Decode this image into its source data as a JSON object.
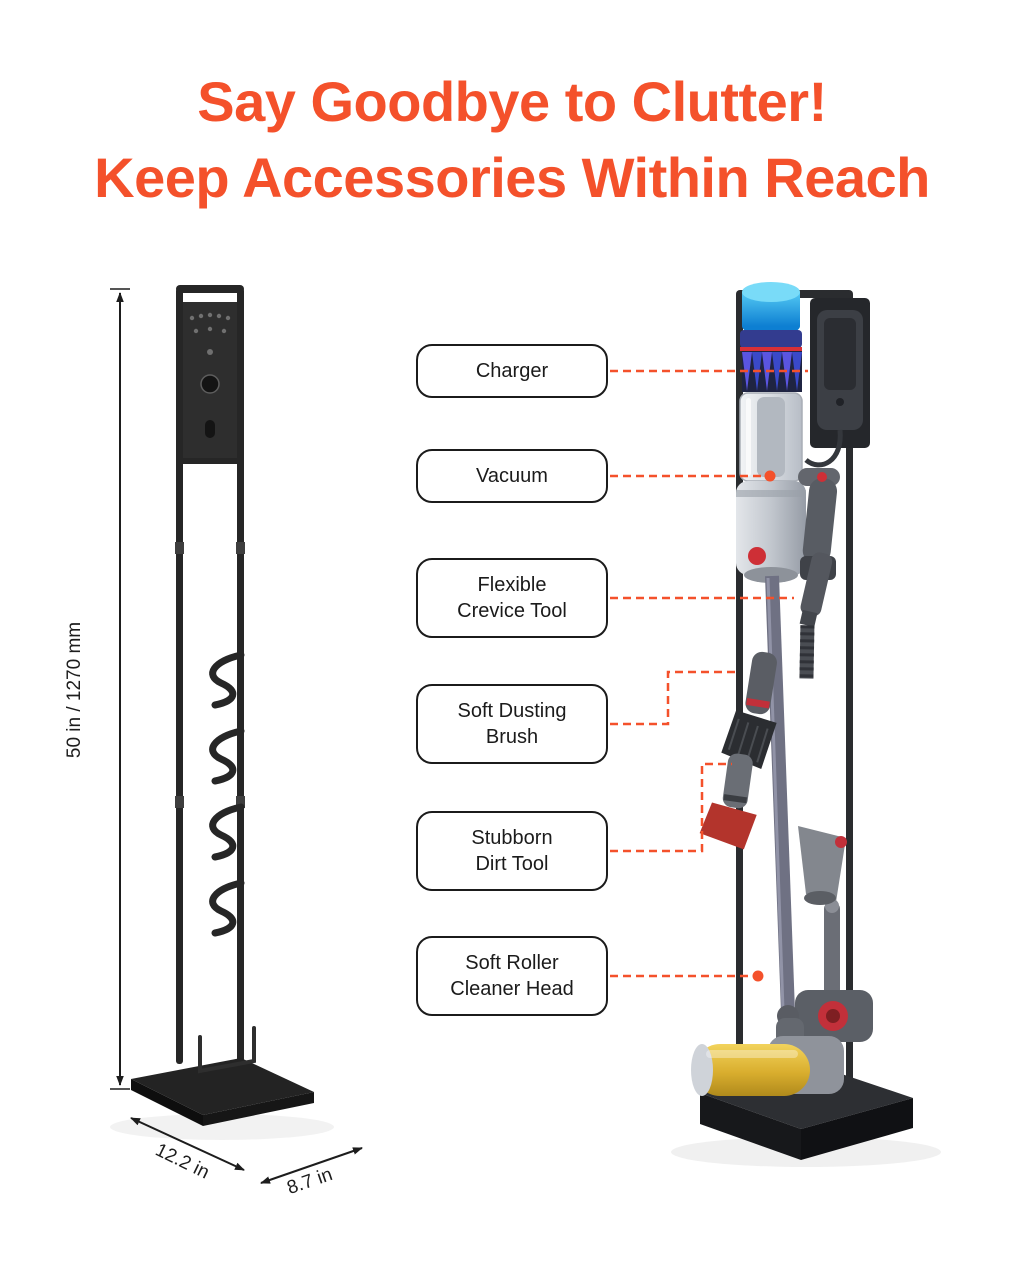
{
  "title": {
    "line1": "Say Goodbye to Clutter!",
    "line2": "Keep Accessories Within Reach"
  },
  "left_figure": {
    "height_label": "50 in / 1270 mm",
    "depth_label": "12.2 in",
    "width_label": "8.7 in"
  },
  "callouts": [
    {
      "label": "Charger"
    },
    {
      "label": "Vacuum"
    },
    {
      "label": "Flexible\nCrevice Tool"
    },
    {
      "label": "Soft Dusting\nBrush"
    },
    {
      "label": "Stubborn\nDirt Tool"
    },
    {
      "label": "Soft Roller\nCleaner Head"
    }
  ],
  "colors": {
    "accent_orange": "#F4512B",
    "callout_border": "#1b1b1b",
    "stand_black": "#262626",
    "vacuum_blue": "#1BA7E8",
    "cyclone_purple": "#4B4FC9",
    "detail_red": "#CE2F36",
    "roller_yellow": "#D9AE2E"
  }
}
